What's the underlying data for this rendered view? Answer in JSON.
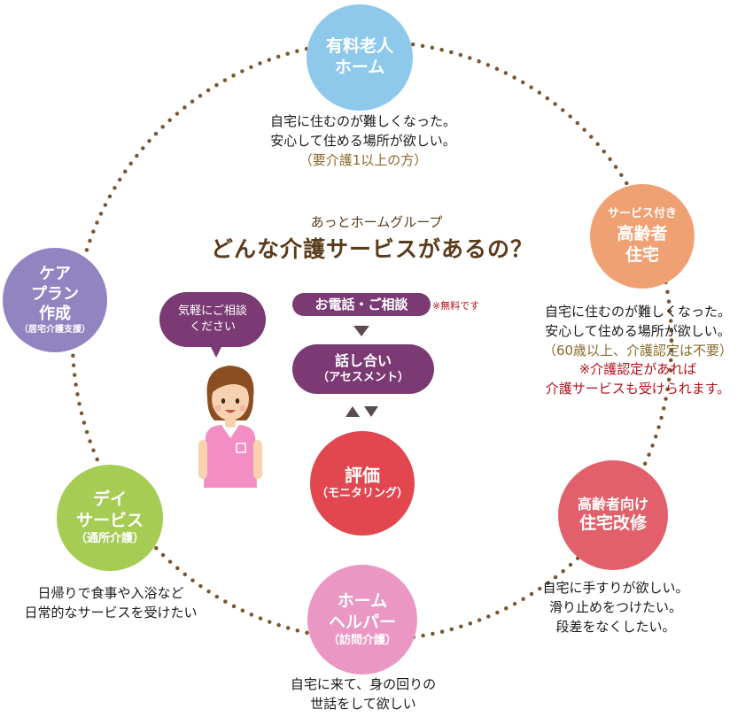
{
  "header": {
    "kicker": "あっとホームグループ",
    "title": "どんな介護サービスがあるの？"
  },
  "colors": {
    "ring_dots": "#7a5630",
    "blue": "#8ec9ec",
    "orange": "#f0a173",
    "pink_red": "#e2606b",
    "pink": "#eb97c3",
    "green": "#a6cc54",
    "purple": "#9184c1",
    "process": "#7b3a73",
    "evaluation": "#e2474f",
    "accent_note": "#8a6a2c",
    "red_text": "#b30f1a"
  },
  "nodes": [
    {
      "id": "nursing-home",
      "lines": [
        "有料老人",
        "ホーム"
      ],
      "sub": "",
      "desc": [
        "自宅に住むのが難しくなった。",
        "安心して住める場所が欲しい。"
      ],
      "note": [
        "（要介護1以上の方）"
      ],
      "red": []
    },
    {
      "id": "serviced-housing",
      "lines": [
        "サービス付き",
        "高齢者",
        "住宅"
      ],
      "sub": "",
      "desc": [
        "自宅に住むのが難しくなった。",
        "安心して住める場所が欲しい。"
      ],
      "note": [
        "（60歳以上、介護認定は不要）"
      ],
      "red": [
        "※介護認定があれば",
        "介護サービスも受けられます。"
      ]
    },
    {
      "id": "home-renovation",
      "lines": [
        "高齢者向け",
        "住宅改修"
      ],
      "sub": "",
      "desc": [
        "自宅に手すりが欲しい。",
        "滑り止めをつけたい。",
        "段差をなくしたい。"
      ],
      "note": [],
      "red": []
    },
    {
      "id": "home-helper",
      "lines": [
        "ホーム",
        "ヘルパー"
      ],
      "sub": "（訪問介護）",
      "desc": [
        "自宅に来て、身の回りの",
        "世話をして欲しい"
      ],
      "note": [],
      "red": []
    },
    {
      "id": "day-service",
      "lines": [
        "デイ",
        "サービス"
      ],
      "sub": "（通所介護）",
      "desc": [
        "日帰りで食事や入浴など",
        "日常的なサービスを受けたい"
      ],
      "note": [],
      "red": []
    },
    {
      "id": "care-plan",
      "lines": [
        "ケア",
        "プラン",
        "作成"
      ],
      "sub": "（居宅介護支援）",
      "desc": [],
      "note": [],
      "red": []
    }
  ],
  "process": {
    "consult": "お電話・ご相談",
    "free_note": "※無料です",
    "discussion": [
      "話し合い",
      "（アセスメント）"
    ],
    "evaluation": [
      "評価",
      "（モニタリング）"
    ]
  },
  "bubble": [
    "気軽にご相談",
    "ください"
  ]
}
